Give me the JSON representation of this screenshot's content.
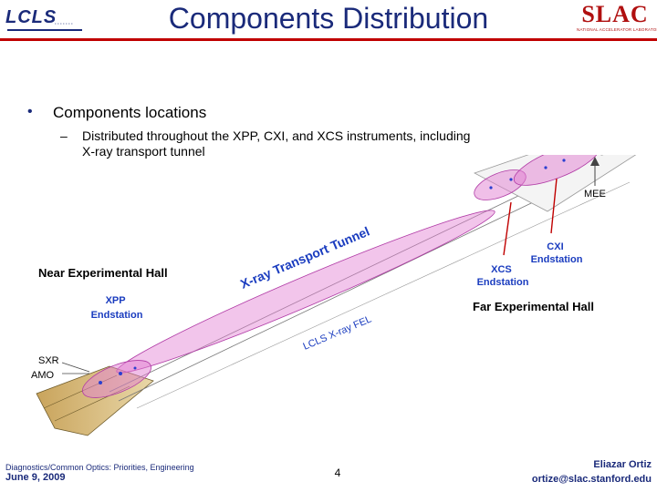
{
  "header": {
    "title": "Components Distribution",
    "logo_left_text": "LCLS",
    "logo_right_text": "SLAC",
    "logo_right_subtext": "NATIONAL ACCELERATOR LABORATORY"
  },
  "body": {
    "bullet": "Components locations",
    "sub_bullet": "Distributed throughout the XPP, CXI, and XCS instruments, including X-ray transport tunnel"
  },
  "diagram": {
    "labels": {
      "mee": "MEE",
      "cxi": "CXI Endstation",
      "xcs": "XCS Endstation",
      "near_hall": "Near Experimental Hall",
      "xray_tunnel": "X-ray Transport Tunnel",
      "xpp": "XPP Endstation",
      "far_hall": "Far Experimental Hall",
      "fel": "LCLS X-ray FEL",
      "sxr": "SXR",
      "amo": "AMO"
    },
    "colors": {
      "highlight_fill": "#e27fd2",
      "highlight_stroke": "#b03aa5",
      "label_blue": "#1a3cbf",
      "red_accent": "#c00000"
    }
  },
  "footer": {
    "left_line1": "Diagnostics/Common Optics: Priorities, Engineering",
    "date": "June 9, 2009",
    "page": "4",
    "author": "Eliazar Ortiz",
    "email": "ortize@slac.stanford.edu"
  }
}
